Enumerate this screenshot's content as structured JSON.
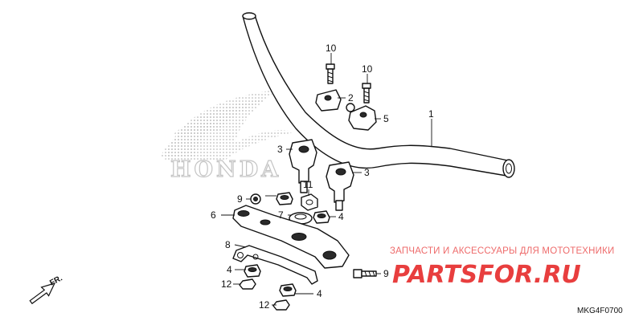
{
  "diagram": {
    "callouts": {
      "c1": "1",
      "c2": "2",
      "c3a": "3",
      "c3b": "3",
      "c4a": "4",
      "c4b": "4",
      "c4c": "4",
      "c5": "5",
      "c6": "6",
      "c7": "7",
      "c8": "8",
      "c9a": "9",
      "c9b": "9",
      "c10a": "10",
      "c10b": "10",
      "c11": "11",
      "c12a": "12",
      "c12b": "12"
    },
    "direction_label": "FR.",
    "diagram_code": "MKG4F0700",
    "background_logo": {
      "wordmark": "HONDA",
      "color": "#c8c8c8"
    }
  },
  "watermark": {
    "tagline": "ЗАПЧАСТИ И АКСЕССУАРЫ ДЛЯ МОТОТЕХНИКИ",
    "brand": "PARTSFOR.RU",
    "color": "#e83e3e"
  }
}
